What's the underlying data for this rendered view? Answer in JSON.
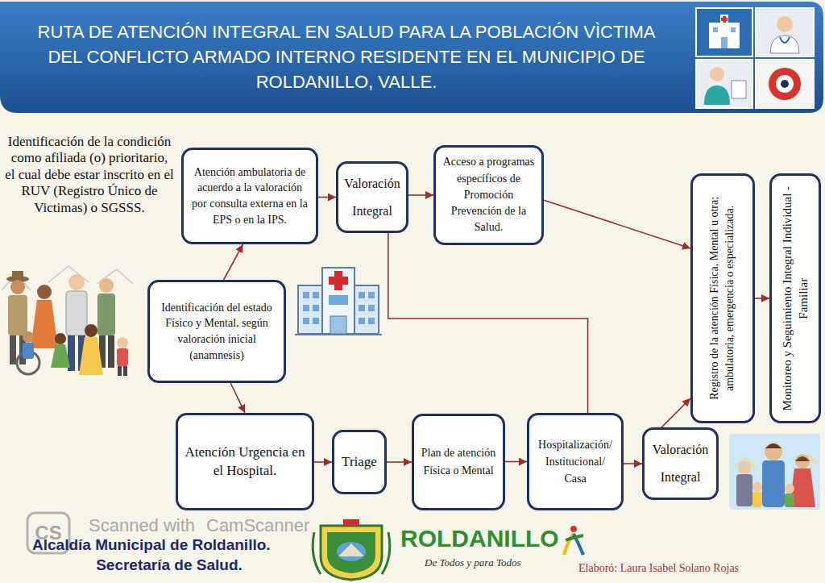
{
  "diagram": {
    "title": "RUTA DE ATENCIÓN INTEGRAL EN SALUD PARA LA POBLACIÓN VÌCTIMA DEL CONFLICTO ARMADO INTERNO RESIDENTE EN EL MUNICIPIO DE ROLDANILLO, VALLE.",
    "nodes": [
      {
        "text": [
          "Atención ambulatoria de acuerdo a la valoración por consulta externa en la EPS o en la IPS."
        ]
      },
      {
        "text": [
          "Valoración Integral"
        ]
      },
      {
        "text": [
          "Acceso a programas específicos de Promoción Prevención de la Salud."
        ]
      },
      {
        "text": [
          "Identificación del estado Físico y Mental, según valoración inicial (anamnesis)"
        ]
      },
      {
        "text": [
          "Atención Urgencia en el Hospital."
        ]
      },
      {
        "text": [
          "Triage"
        ]
      },
      {
        "text": [
          "Plan de atención Física o Mental"
        ]
      },
      {
        "text": [
          "Hospitalización/ Institucional/ Casa"
        ]
      },
      {
        "text": [
          "Valoración Integral"
        ]
      },
      {
        "text": [
          "Registro de la atención Física, Mental u otra; ambulatoria, emergencia o especializada."
        ]
      },
      {
        "text": [
          "Monitoreo y Seguimiento Integral Individual -Familiar"
        ]
      }
    ],
    "edges": [
      {
        "from": 3,
        "to": 0,
        "arrow": "to"
      },
      {
        "from": 3,
        "to": 4,
        "arrow": "to"
      },
      {
        "from": 0,
        "to": 1,
        "arrow": "to"
      },
      {
        "from": 1,
        "to": 2,
        "arrow": "to"
      },
      {
        "from": 2,
        "to": 9,
        "arrow": "to"
      },
      {
        "from": 4,
        "to": 5,
        "arrow": "to"
      },
      {
        "from": 5,
        "to": 6,
        "arrow": "to"
      },
      {
        "from": 6,
        "to": 7,
        "arrow": "to"
      },
      {
        "from": 7,
        "to": 8,
        "arrow": "to"
      },
      {
        "from": 8,
        "to": 9,
        "arrow": "to"
      },
      {
        "from": 9,
        "to": 10,
        "arrow": "to"
      },
      {
        "from": 1,
        "to": 7,
        "arrow": "none"
      }
    ],
    "labels": [
      "Identificación de la condición como afiliada (o) prioritario, el cual debe estar inscrito en el RUV (Registro Único de Victimas) o SGSSS.",
      "CS",
      "Scanned with",
      "CamScanner",
      "Alcaldía Municipal de Roldanillo.",
      "Secretaría de Salud.",
      "ROLDANILLO",
      "De Todos y para Todos",
      "Elaboró: Laura Isabel Solano Rojas"
    ]
  }
}
